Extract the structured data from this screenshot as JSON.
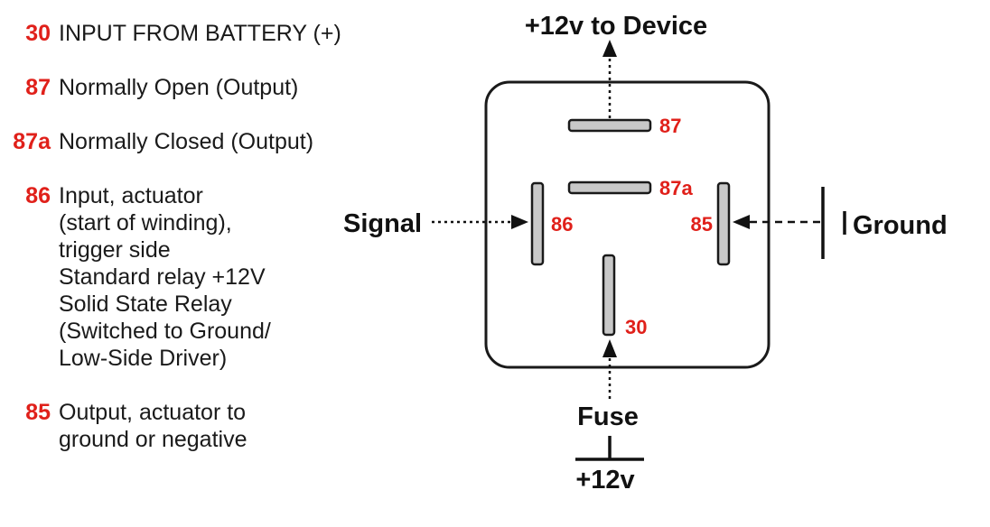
{
  "colors": {
    "pin_red": "#e0201a",
    "text_dark": "#111111",
    "terminal_fill": "#c8c8c8"
  },
  "legend": [
    {
      "pin": "30",
      "lines": [
        "INPUT FROM BATTERY (+)"
      ]
    },
    {
      "pin": "87",
      "lines": [
        "Normally Open (Output)"
      ]
    },
    {
      "pin": "87a",
      "lines": [
        "Normally Closed (Output)"
      ]
    },
    {
      "pin": "86",
      "lines": [
        "Input, actuator",
        "(start of winding),",
        "trigger side",
        "Standard relay +12V",
        "Solid State Relay",
        "(Switched to Ground/",
        "Low-Side Driver)"
      ]
    },
    {
      "pin": "85",
      "lines": [
        "Output, actuator to",
        "ground or negative"
      ]
    }
  ],
  "diagram": {
    "top_label": "+12v to Device",
    "signal_label": "Signal",
    "ground_label": "Ground",
    "fuse_label": "Fuse",
    "supply_label": "+12v",
    "pins": {
      "p87": "87",
      "p87a": "87a",
      "p86": "86",
      "p85": "85",
      "p30": "30"
    }
  }
}
